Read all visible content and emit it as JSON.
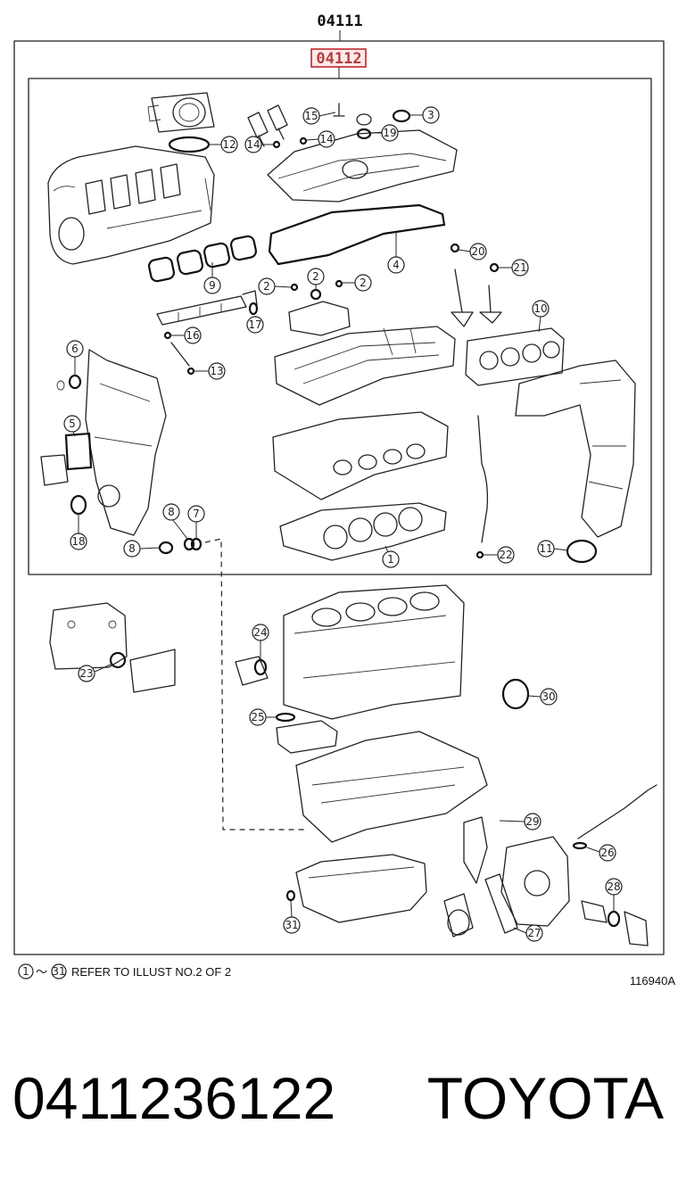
{
  "diagram": {
    "kit_code": "04111",
    "subkit_code": "04112",
    "note_from": "1",
    "note_to": "31",
    "note_tilde": "～",
    "note": "REFER TO ILLUST NO.2 OF 2",
    "figure_number": "116940A",
    "callouts": [
      "1",
      "2",
      "2",
      "2",
      "3",
      "4",
      "5",
      "6",
      "7",
      "8",
      "8",
      "9",
      "10",
      "11",
      "12",
      "13",
      "14",
      "14",
      "15",
      "16",
      "17",
      "18",
      "19",
      "20",
      "21",
      "22",
      "23",
      "24",
      "25",
      "26",
      "27",
      "28",
      "29",
      "30",
      "31"
    ]
  },
  "caption": {
    "part_number": "0411236122",
    "brand": "TOYOTA"
  }
}
